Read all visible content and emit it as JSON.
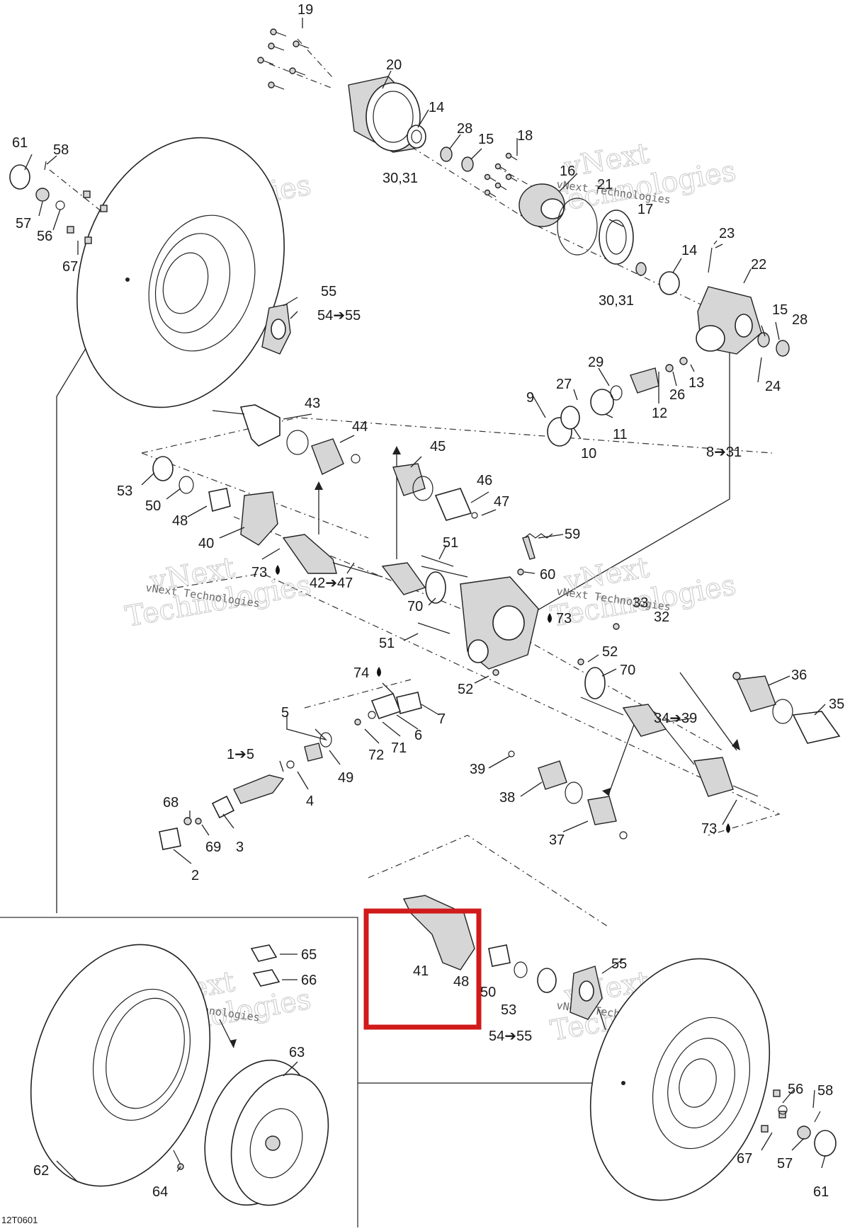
{
  "diagram": {
    "drawing_number": "12T0601",
    "watermark": {
      "line1": "vNext",
      "line2": "Technologies",
      "small": "vNext Technologies"
    },
    "highlight_color": "#d11a1a",
    "labels": {
      "l19": "19",
      "l20": "20",
      "l14a": "14",
      "l28a": "28",
      "l15a": "15",
      "l18": "18",
      "l3031a": "30,31",
      "l16": "16",
      "l21": "21",
      "l17": "17",
      "l14b": "14",
      "l3031b": "30,31",
      "l23": "23",
      "l22": "22",
      "l15b": "15",
      "l28b": "28",
      "l24": "24",
      "l29": "29",
      "l27": "27",
      "l26": "26",
      "l13": "13",
      "l12": "12",
      "l9": "9",
      "l10": "10",
      "l11": "11",
      "l8to31": "8➔31",
      "l61a": "61",
      "l58a": "58",
      "l57a": "57",
      "l56a": "56",
      "l67a": "67",
      "l55a": "55",
      "l54to55a": "54➔55",
      "l43": "43",
      "l44": "44",
      "l45": "45",
      "l46": "46",
      "l47": "47",
      "l53a": "53",
      "l50a": "50",
      "l48a": "48",
      "l40": "40",
      "l73a": "73",
      "l42to47": "42➔47",
      "l51a": "51",
      "l59": "59",
      "l60": "60",
      "l70a": "70",
      "l73b": "73",
      "l33": "33",
      "l32": "32",
      "l51b": "51",
      "l52a": "52",
      "l70b": "70",
      "l52b": "52",
      "l74": "74",
      "l7": "7",
      "l6": "6",
      "l71": "71",
      "l72": "72",
      "l5": "5",
      "l1to5": "1➔5",
      "l49": "49",
      "l4": "4",
      "l68": "68",
      "l69": "69",
      "l3": "3",
      "l2": "2",
      "l36": "36",
      "l35": "35",
      "l34to39": "34➔39",
      "l39": "39",
      "l38": "38",
      "l37": "37",
      "l73c": "73",
      "l41": "41",
      "l48b": "48",
      "l50b": "50",
      "l53b": "53",
      "l55b": "55",
      "l54to55b": "54➔55",
      "l65": "65",
      "l66": "66",
      "l63": "63",
      "l62": "62",
      "l64": "64",
      "l56b": "56",
      "l58b": "58",
      "l57b": "57",
      "l67b": "67",
      "l61b": "61"
    }
  }
}
